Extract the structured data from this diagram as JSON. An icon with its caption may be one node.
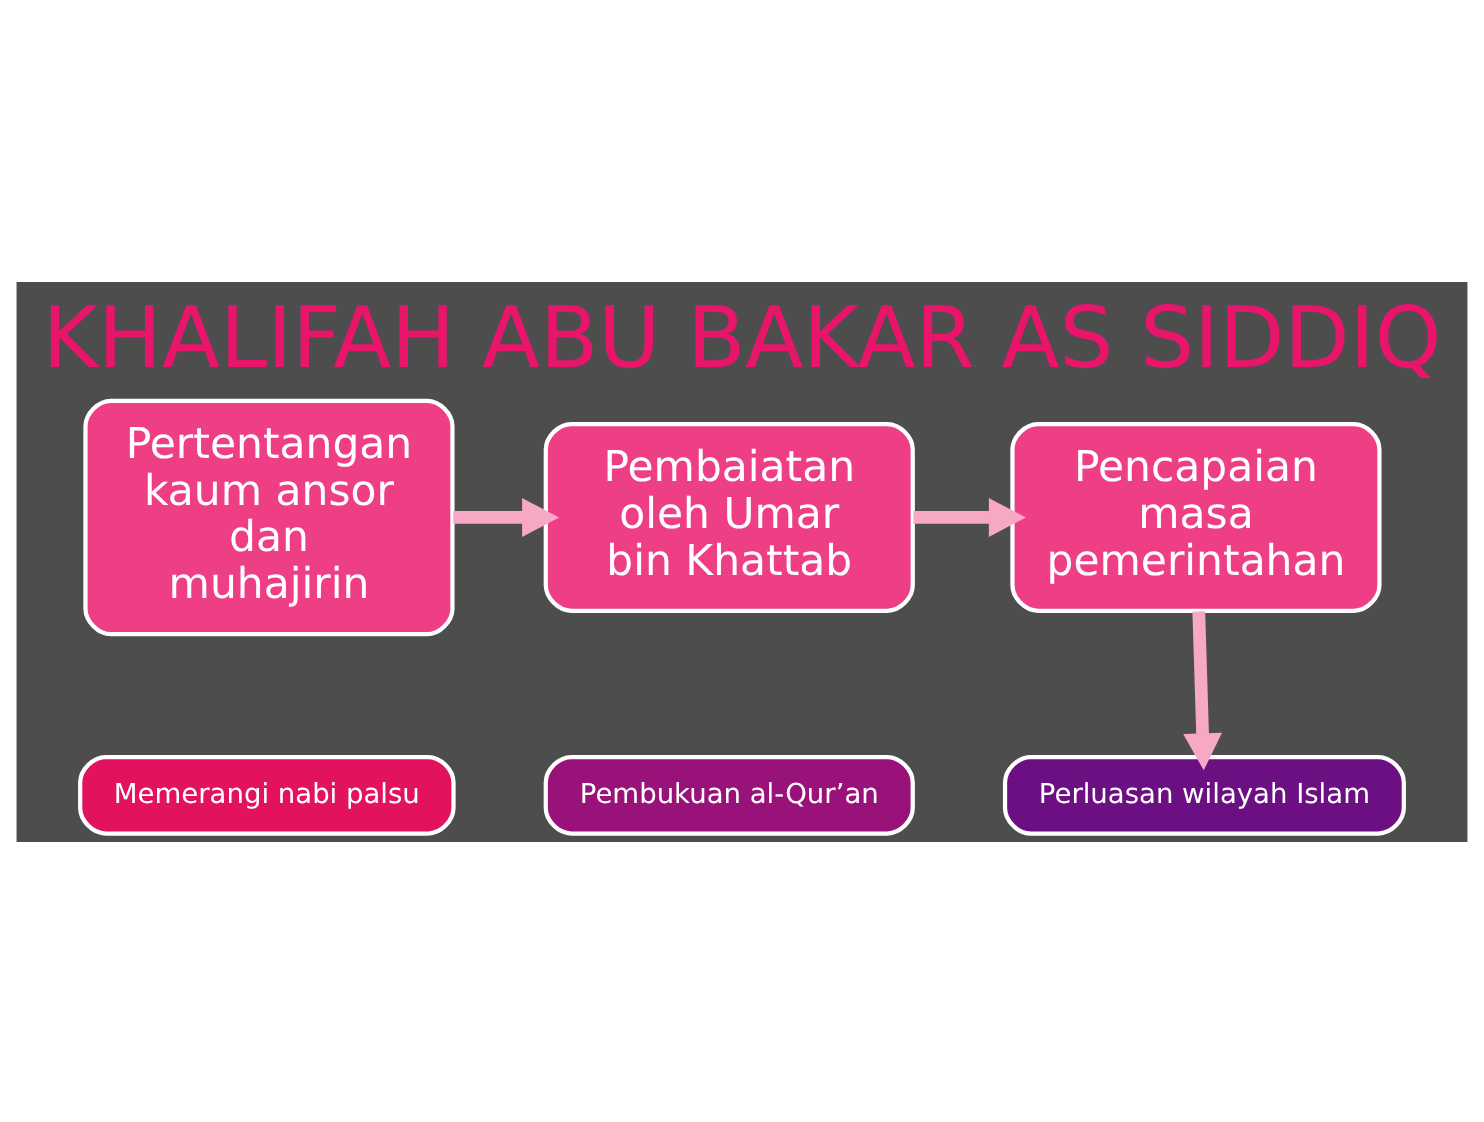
{
  "diagram": {
    "title": "KHALIFAH ABU BAKAR AS SIDDIQ",
    "nodes": [
      {
        "text": [
          "Pertentangan kaum ansor dan muhajirin"
        ]
      },
      {
        "text": [
          "Pembaiatan oleh Umar bin Khattab"
        ]
      },
      {
        "text": [
          "Pencapaian masa pemerintahan"
        ]
      },
      {
        "text": [
          "Memerangi nabi palsu"
        ]
      },
      {
        "text": [
          "Pembukuan al-Qur’an"
        ]
      },
      {
        "text": [
          "Perluasan wilayah Islam"
        ]
      }
    ],
    "edges": [
      {
        "from": 0,
        "to": 1,
        "arrow": "to"
      },
      {
        "from": 1,
        "to": 2,
        "arrow": "to"
      },
      {
        "from": 2,
        "to": 5,
        "arrow": "to"
      }
    ]
  }
}
